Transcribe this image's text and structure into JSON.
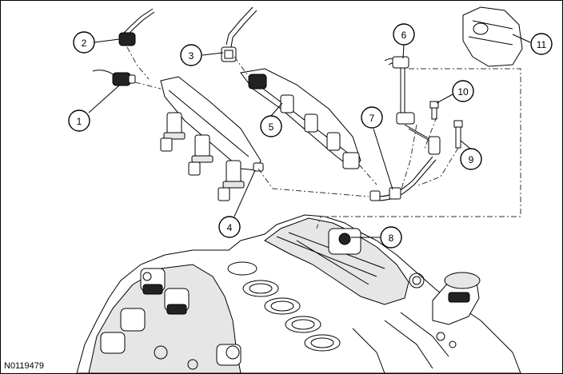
{
  "figure_id": "N0119479",
  "callouts": [
    {
      "number": "1"
    },
    {
      "number": "2"
    },
    {
      "number": "3"
    },
    {
      "number": "4"
    },
    {
      "number": "5"
    },
    {
      "number": "6"
    },
    {
      "number": "7"
    },
    {
      "number": "8"
    },
    {
      "number": "9"
    },
    {
      "number": "10"
    },
    {
      "number": "11"
    }
  ]
}
